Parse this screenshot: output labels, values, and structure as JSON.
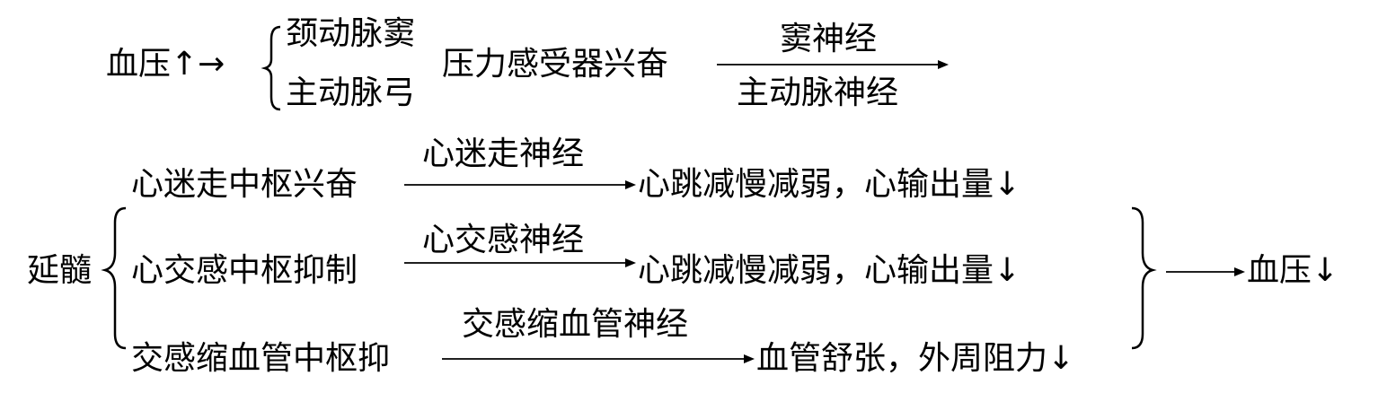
{
  "top": {
    "start": "血压↑→",
    "receptor_sites": [
      "颈动脉窦",
      "主动脉弓"
    ],
    "receptor": "压力感受器兴奋",
    "nerve_upper": "窦神经",
    "nerve_lower": "主动脉神经"
  },
  "center": {
    "label": "延髓"
  },
  "branches": [
    {
      "from": "心迷走中枢兴奋",
      "nerve": "心迷走神经",
      "effect": "心跳减慢减弱，心输出量↓"
    },
    {
      "from": "心交感中枢抑制",
      "nerve": "心交感神经",
      "effect": "心跳减慢减弱，心输出量↓"
    },
    {
      "from": "交感缩血管中枢抑",
      "nerve": "交感缩血管神经",
      "effect": "血管舒张，外周阻力↓"
    }
  ],
  "result": "血压↓"
}
